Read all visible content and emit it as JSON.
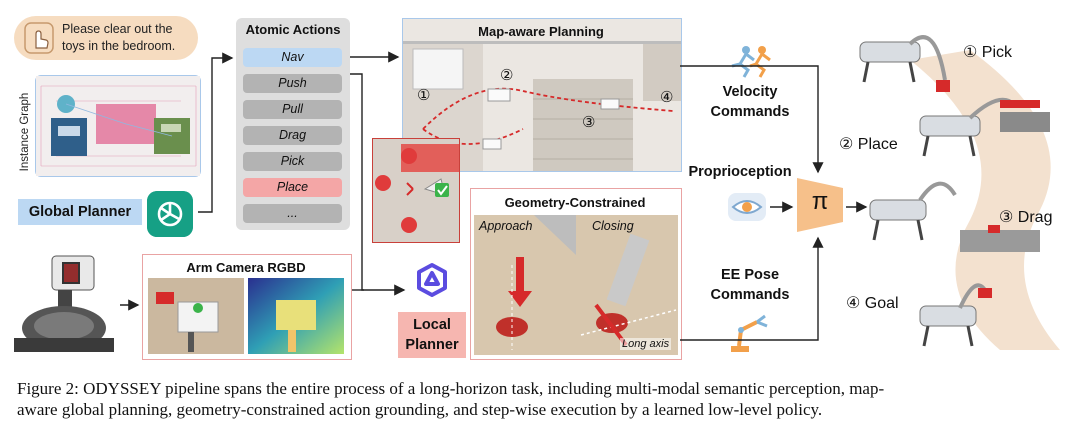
{
  "instruction": {
    "text_line1": "Please clear out the",
    "text_line2": "toys in the bedroom."
  },
  "instance_graph": {
    "label": "Instance Graph"
  },
  "global_planner": {
    "label": "Global Planner"
  },
  "atomic_actions": {
    "title": "Atomic Actions",
    "items": [
      "Nav",
      "Push",
      "Pull",
      "Drag",
      "Pick",
      "Place",
      "..."
    ]
  },
  "map_planning": {
    "title": "Map-aware Planning",
    "waypoints": [
      "①",
      "②",
      "③",
      "④"
    ]
  },
  "geometry": {
    "title": "Geometry-Constrained",
    "approach": "Approach",
    "closing": "Closing",
    "axis_label": "Long axis"
  },
  "arm_camera": {
    "title": "Arm Camera RGBD"
  },
  "local_planner": {
    "line1": "Local",
    "line2": "Planner"
  },
  "velocity": {
    "line1": "Velocity",
    "line2": "Commands"
  },
  "proprioception": {
    "label": "Proprioception"
  },
  "ee_pose": {
    "line1": "EE Pose",
    "line2": "Commands"
  },
  "policy": {
    "symbol": "π"
  },
  "stages": [
    {
      "label": "① Pick"
    },
    {
      "label": "② Place"
    },
    {
      "label": "③ Drag"
    },
    {
      "label": "④ Goal"
    }
  ],
  "caption": {
    "line1": "Figure 2: ODYSSEY pipeline spans the entire process of a long-horizon task, including multi-modal semantic perception, map-",
    "line2": "aware global planning, geometry-constrained action grounding, and step-wise execution by a learned low-level policy."
  },
  "colors": {
    "blue_accent": "#bcd8f3",
    "red_accent": "#f4a6a6",
    "policy_orange": "#f6c08a",
    "gpt_green": "#16a085"
  }
}
